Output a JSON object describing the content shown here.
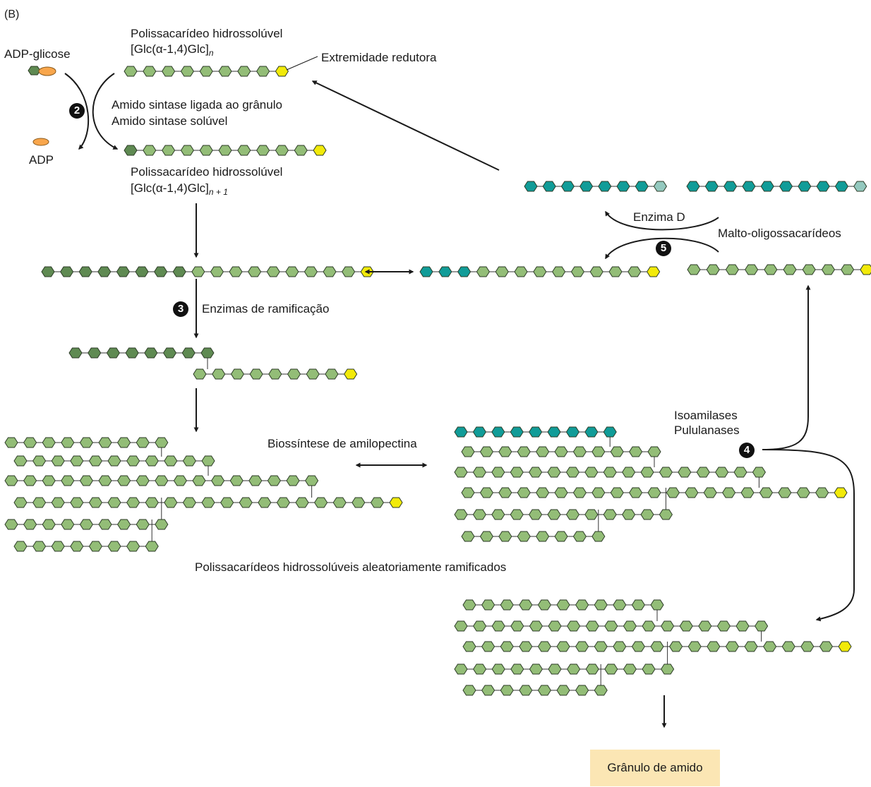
{
  "panel_label": "(B)",
  "labels": {
    "adp_glucose": "ADP-glicose",
    "adp": "ADP",
    "polysaccharide_top": "Polissacarídeo hidrossolúvel",
    "formula_top_main": "[Glc(α-1,4)Glc]",
    "formula_top_sub": "n",
    "reducing_end": "Extremidade redutora",
    "synthase_granule": "Amido sintase ligada ao grânulo",
    "synthase_soluble": "Amido sintase solúvel",
    "polysaccharide_bottom": "Polissacarídeo hidrossolúvel",
    "formula_bottom_main": "[Glc(α-1,4)Glc]",
    "formula_bottom_sub": "n + 1",
    "enzyme_d": "Enzima D",
    "malto_oligo": "Malto-oligossacarídeos",
    "branching_enzymes": "Enzimas de ramificação",
    "isoamylases": "Isoamilases",
    "pullulanases": "Pululanases",
    "amylopectin_biosynthesis": "Biossíntese de amilopectina",
    "randomly_branched": "Polissacarídeos hidrossolúveis aleatoriamente ramificados",
    "starch_granule": "Grânulo de amido"
  },
  "steps": {
    "s2": "2",
    "s3": "3",
    "s4": "4",
    "s5": "5"
  },
  "colors": {
    "light_green": "#93bd77",
    "dark_green": "#5f8a52",
    "teal": "#119c98",
    "pale_teal": "#94c9bf",
    "yellow": "#f2ea0a",
    "orange": "#f8a64c",
    "granule_bg": "#fbe6b4"
  }
}
